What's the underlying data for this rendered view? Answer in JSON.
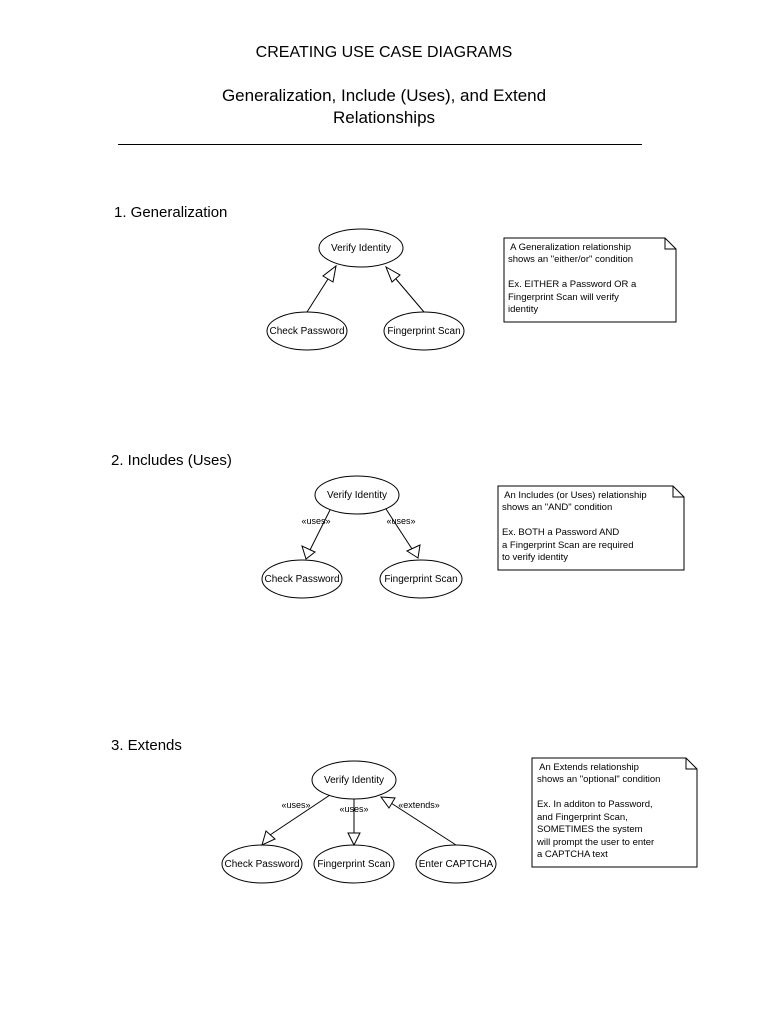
{
  "header": {
    "title": "CREATING USE CASE DIAGRAMS",
    "subtitle_line1": "Generalization, Include (Uses), and Extend",
    "subtitle_line2": "Relationships"
  },
  "sections": [
    {
      "heading": "1. Generalization",
      "use_cases": [
        "Verify Identity",
        "Check Password",
        "Fingerprint Scan"
      ],
      "note": [
        " A Generalization relationship",
        "shows an \"either/or\" condition",
        "",
        "Ex.  EITHER a Password OR a",
        "Fingerprint Scan will verify",
        "identity"
      ]
    },
    {
      "heading": "2. Includes (Uses)",
      "use_cases": [
        "Verify Identity",
        "Check Password",
        "Fingerprint Scan"
      ],
      "stereotypes": [
        "«uses»",
        "«uses»"
      ],
      "note": [
        " An Includes (or Uses) relationship",
        "shows an \"AND\" condition",
        "",
        "Ex.  BOTH a Password AND",
        "a Fingerprint Scan are required",
        "to verify identity"
      ]
    },
    {
      "heading": "3. Extends",
      "use_cases": [
        "Verify Identity",
        "Check Password",
        "Fingerprint Scan",
        "Enter CAPTCHA"
      ],
      "stereotypes": [
        "«uses»",
        "«uses»",
        "«extends»"
      ],
      "note": [
        " An Extends relationship",
        "shows an \"optional\" condition",
        "",
        "Ex.  In additon to Password,",
        "and Fingerprint Scan,",
        "SOMETIMES the system",
        "will prompt the user to enter",
        "a CAPTCHA text"
      ]
    }
  ]
}
